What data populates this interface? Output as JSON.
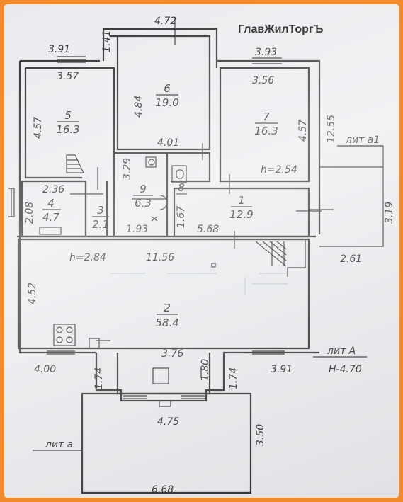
{
  "brand": "ГлавЖилТоргЪ",
  "rooms": [
    {
      "number": "2",
      "area": "58.4"
    },
    {
      "number": "1",
      "area": "12.9"
    },
    {
      "number": "3",
      "area": "2.1"
    },
    {
      "number": "4",
      "area": "4.7"
    },
    {
      "number": "5",
      "area": "16.3"
    },
    {
      "number": "6",
      "area": "19.0"
    },
    {
      "number": "7",
      "area": "16.3"
    },
    {
      "number": "8",
      "area": ""
    },
    {
      "number": "9",
      "area": "6.3"
    }
  ],
  "dimensions": {
    "d472": "4.72",
    "d141": "1.41",
    "d391a": "3.91",
    "d393": "3.93",
    "d357": "3.57",
    "d356": "3.56",
    "d484": "4.84",
    "d457a": "4.57",
    "d457b": "4.57",
    "d1255": "12.55",
    "d401": "4.01",
    "d329": "3.29",
    "d236": "2.36",
    "d208": "2.08",
    "d167": "1.67",
    "d193": "1.93",
    "d568": "5.68",
    "d319": "3.19",
    "d261": "2.61",
    "d1156": "11.56",
    "d452": "4.52",
    "d376": "3.76",
    "d400": "4.00",
    "d174a": "1.74",
    "d180": "1.80",
    "d174b": "1.74",
    "d391b": "3.91",
    "d475": "4.75",
    "d350": "3.50",
    "d668": "6.68"
  },
  "heights": {
    "h1": "h=2.54",
    "h2": "h=2.84",
    "h3": "Н-4.70"
  },
  "lit_labels": {
    "lit_a1": "лит а1",
    "lit_A": "лит А",
    "lit_a": "лит а"
  }
}
